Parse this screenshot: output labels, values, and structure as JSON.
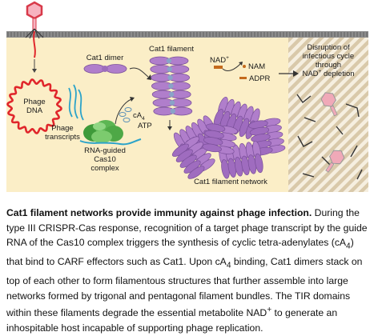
{
  "figure": {
    "labels": {
      "phage_dna": [
        "Phage",
        "DNA"
      ],
      "phage_transcripts": [
        "Phage",
        "transcripts"
      ],
      "rna_guided": [
        "RNA-guided",
        "Cas10",
        "complex"
      ],
      "cat1_dimer": "Cat1 dimer",
      "cat1_filament": "Cat1 filament",
      "ca4": "cA",
      "ca4_sub": "4",
      "atp": "ATP",
      "nad": "NAD",
      "nad_sup": "+",
      "nam": "NAM",
      "adpr": "ADPR",
      "network": "Cat1 filament network",
      "disruption": [
        "Disruption of",
        "infectious cycle",
        "through",
        "NAD"
      ],
      "depletion": "depletion"
    },
    "colors": {
      "cell_bg": "#fbeec7",
      "membrane": "#808080",
      "dna_red": "#e0262b",
      "transcript_teal": "#2ba3c9",
      "cas10_green": "#4ea846",
      "cat1_purple": "#b07ecb",
      "cat1_dark": "#7a4f9a",
      "phage_pink": "#f0a9b8",
      "stripe_tan": "#d8c8a8"
    }
  },
  "caption": {
    "title": "Cat1 filament networks provide immunity against phage infection.",
    "p1": " During the type III CRISPR-Cas response, recognition of a target phage transcript by the guide RNA of the Cas10 complex triggers the synthesis of cyclic tetra-adenylates (cA",
    "sub1": "4",
    "p2": ") that bind to CARF effectors such as Cat1. Upon cA",
    "sub2": "4",
    "p3": " binding, Cat1 dimers stack on top of each other to form filamentous structures that further assemble into large networks formed by trigonal and pentagonal filament bundles. The TIR domains within these filaments degrade the essential metabolite NAD",
    "sup1": "+",
    "p4": " to generate an inhospitable host incapable of supporting phage replication."
  }
}
